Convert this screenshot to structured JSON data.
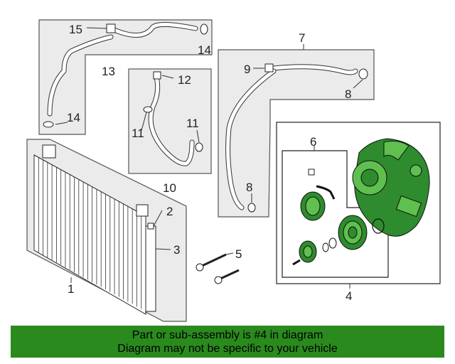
{
  "callouts": {
    "n1": "1",
    "n2": "2",
    "n3": "3",
    "n4": "4",
    "n5": "5",
    "n6": "6",
    "n7": "7",
    "n8a": "8",
    "n8b": "8",
    "n9": "9",
    "n10": "10",
    "n11a": "11",
    "n11b": "11",
    "n12": "12",
    "n13": "13",
    "n14a": "14",
    "n14b": "14",
    "n15": "15"
  },
  "colors": {
    "part_green": "#2e8b2e",
    "banner_green": "#2a8a1e"
  },
  "banner": {
    "line1": "Part or sub-assembly is #4 in diagram",
    "line2": "Diagram may not be specific to your vehicle"
  }
}
